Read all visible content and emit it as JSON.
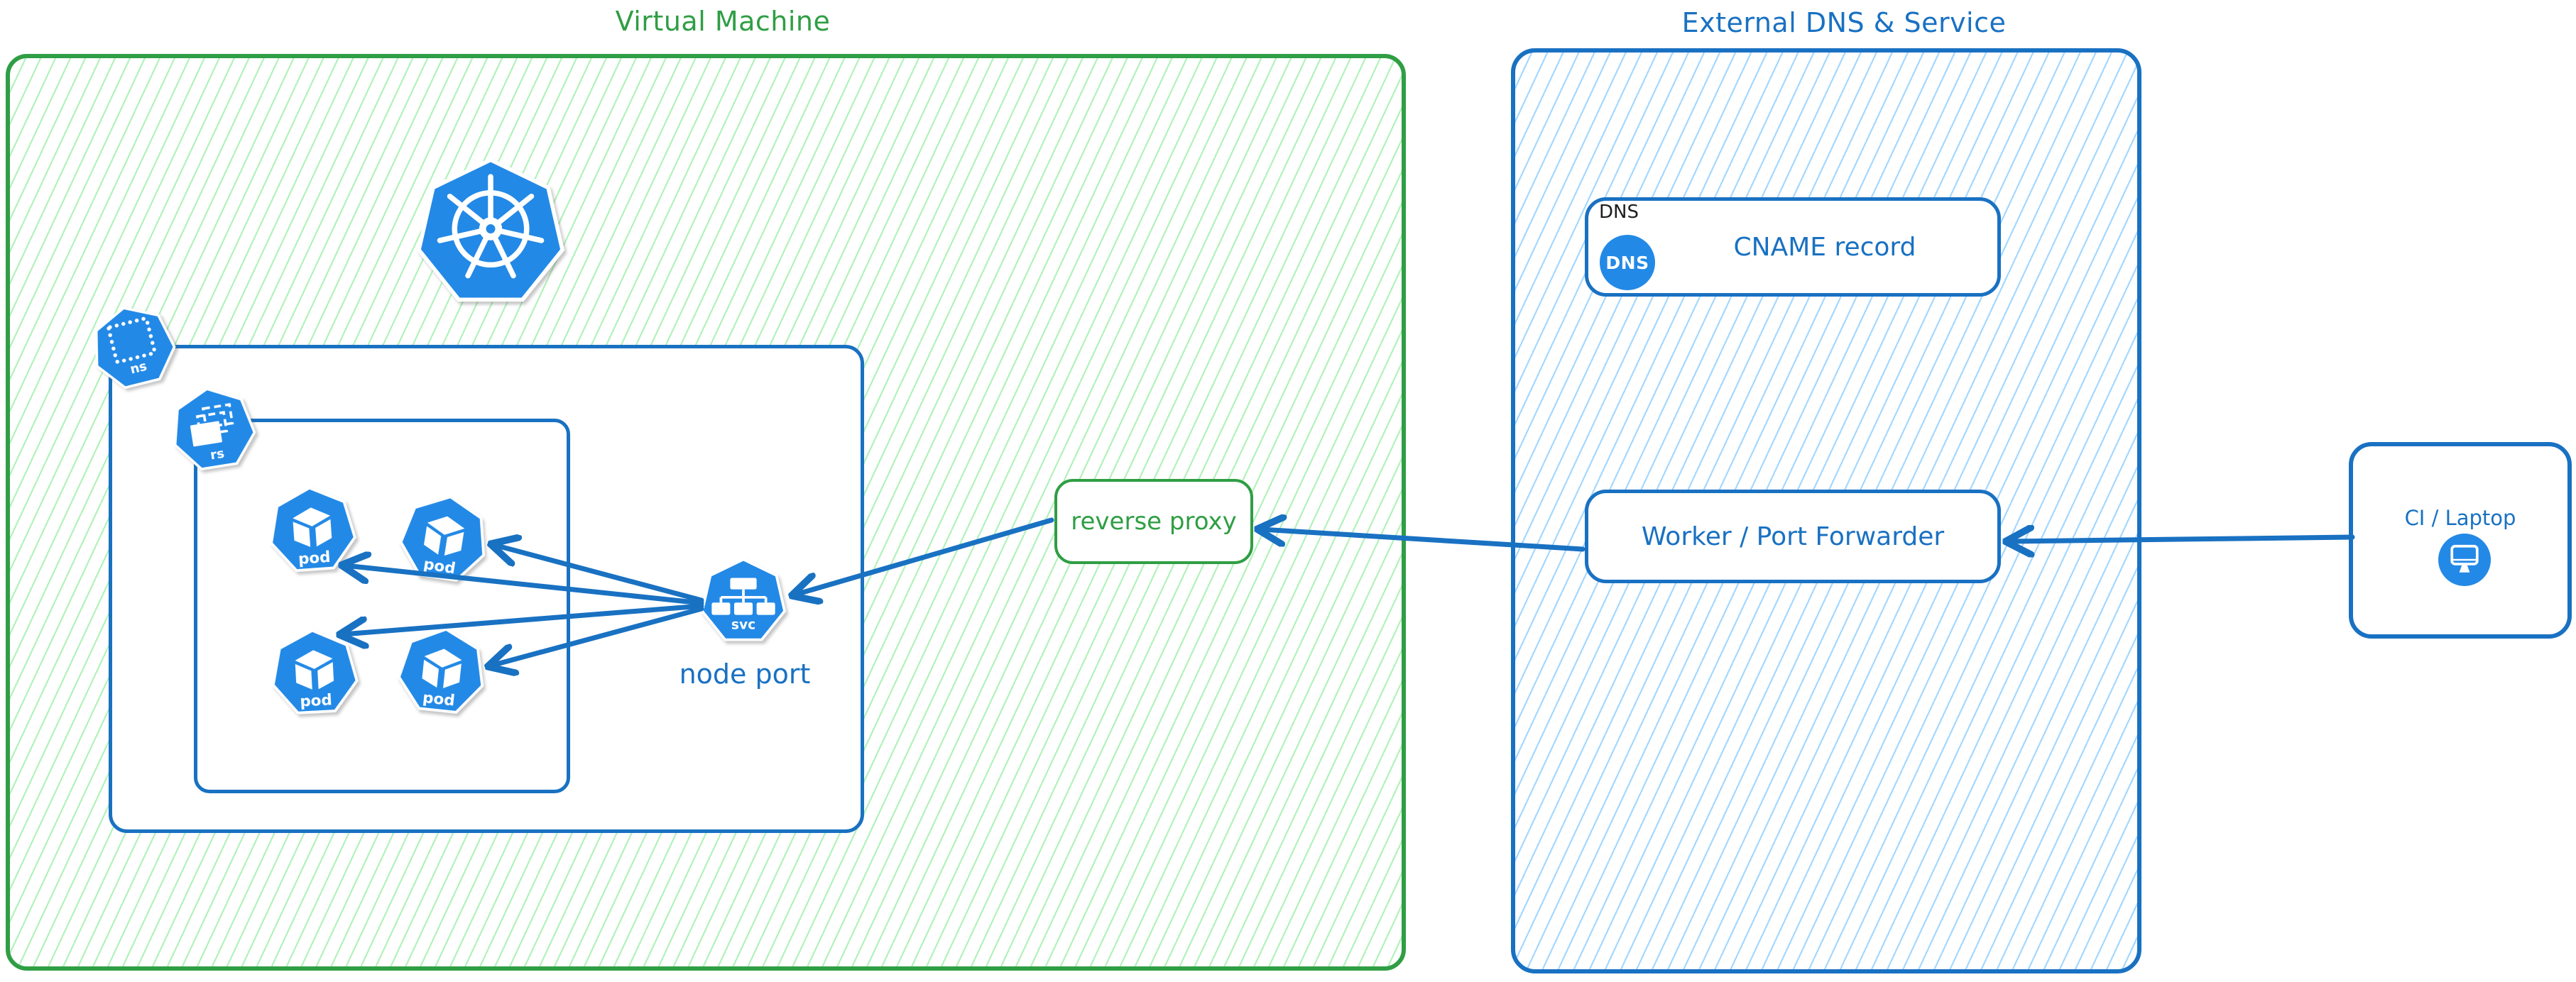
{
  "colors": {
    "green": "#2f9e44",
    "green_hatch": "#b2f2bb",
    "blue": "#1971c2",
    "blue_hatch": "#a5d8ff",
    "icon_blue": "#2389e6",
    "text_black": "#1e1e1e"
  },
  "vm": {
    "title": "Virtual Machine",
    "kubernetes_logo_icon": "kubernetes-helm-wheel",
    "namespace_icon_label": "ns",
    "replicaset_icon_label": "rs",
    "pods": [
      "pod",
      "pod",
      "pod",
      "pod"
    ],
    "service_icon_label": "svc",
    "service_caption": "node port"
  },
  "reverse_proxy": {
    "label": "reverse proxy"
  },
  "external": {
    "title": "External DNS & Service",
    "dns_card": {
      "heading": "DNS",
      "badge": "DNS",
      "label": "CNAME record"
    },
    "worker_card": {
      "label": "Worker / Port Forwarder"
    }
  },
  "client_card": {
    "label": "CI / Laptop",
    "icon": "monitor-icon"
  },
  "icons": [
    "kubernetes-logo-icon",
    "namespace-icon",
    "replicaset-icon",
    "pod-icon",
    "service-icon",
    "dns-badge-icon",
    "monitor-icon",
    "arrow-icon"
  ],
  "connections": [
    {
      "from": "ci-laptop",
      "to": "worker-port-forwarder"
    },
    {
      "from": "worker-port-forwarder",
      "to": "reverse-proxy"
    },
    {
      "from": "reverse-proxy",
      "to": "node-port-service"
    },
    {
      "from": "node-port-service",
      "to": "pod-1"
    },
    {
      "from": "node-port-service",
      "to": "pod-2"
    },
    {
      "from": "node-port-service",
      "to": "pod-3"
    },
    {
      "from": "node-port-service",
      "to": "pod-4"
    }
  ]
}
